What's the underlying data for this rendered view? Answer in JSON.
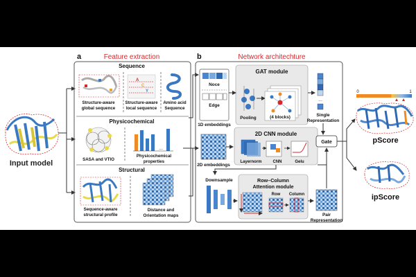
{
  "input": {
    "label": "Input model"
  },
  "panel_a": {
    "letter": "a",
    "title": "Feature extraction",
    "sequence": {
      "title": "Sequence",
      "items": [
        [
          "Structure-aware",
          "global sequence"
        ],
        [
          "Structure-aware",
          "local sequence"
        ],
        [
          "Amino acid",
          "Sequence"
        ]
      ]
    },
    "physicochemical": {
      "title": "Physicochemical",
      "items": [
        [
          "SASA and VTIO"
        ],
        [
          "Physicochemical",
          "properties"
        ]
      ],
      "ellipsis": "..."
    },
    "structural": {
      "title": "Structural",
      "items": [
        [
          "Sequence-aware",
          "structural profile"
        ],
        [
          "Distance and",
          "Orientation maps"
        ]
      ]
    }
  },
  "panel_b": {
    "letter": "b",
    "title": "Network architechture",
    "embed1d": {
      "node": "Noce",
      "edge": "Edge",
      "label": "1D embeddings"
    },
    "gat": {
      "title": "GAT module",
      "pooling": "Pooling",
      "blocks": "(4 blocks)"
    },
    "single": {
      "lines": [
        "Single",
        "Representation"
      ],
      "dots": "..."
    },
    "embed2d": {
      "label": "2D embeddings"
    },
    "cnn": {
      "title": "2D CNN module",
      "layernorm": "Layernorm",
      "cnn": "CNN",
      "gelu": "Gelu"
    },
    "downsample": "Downsample",
    "attention": {
      "title": [
        "Row–Column",
        "Attention module"
      ],
      "row": "Row",
      "column": "Column"
    },
    "pair": {
      "lines": [
        "Pair",
        "Representation"
      ]
    },
    "gate": "Gate"
  },
  "outputs": {
    "scale": {
      "min": "0",
      "max": "1"
    },
    "pscore": "pScore",
    "ipscore": "ipScore"
  },
  "colors": {
    "title_red": "#d8262b",
    "arrow": "#333333",
    "orange": "#f08a24",
    "blue": "#3a78c2",
    "yellow": "#e8d84a",
    "light_blue": "#8fb8e6",
    "module_fill": "#e9e9e9"
  }
}
